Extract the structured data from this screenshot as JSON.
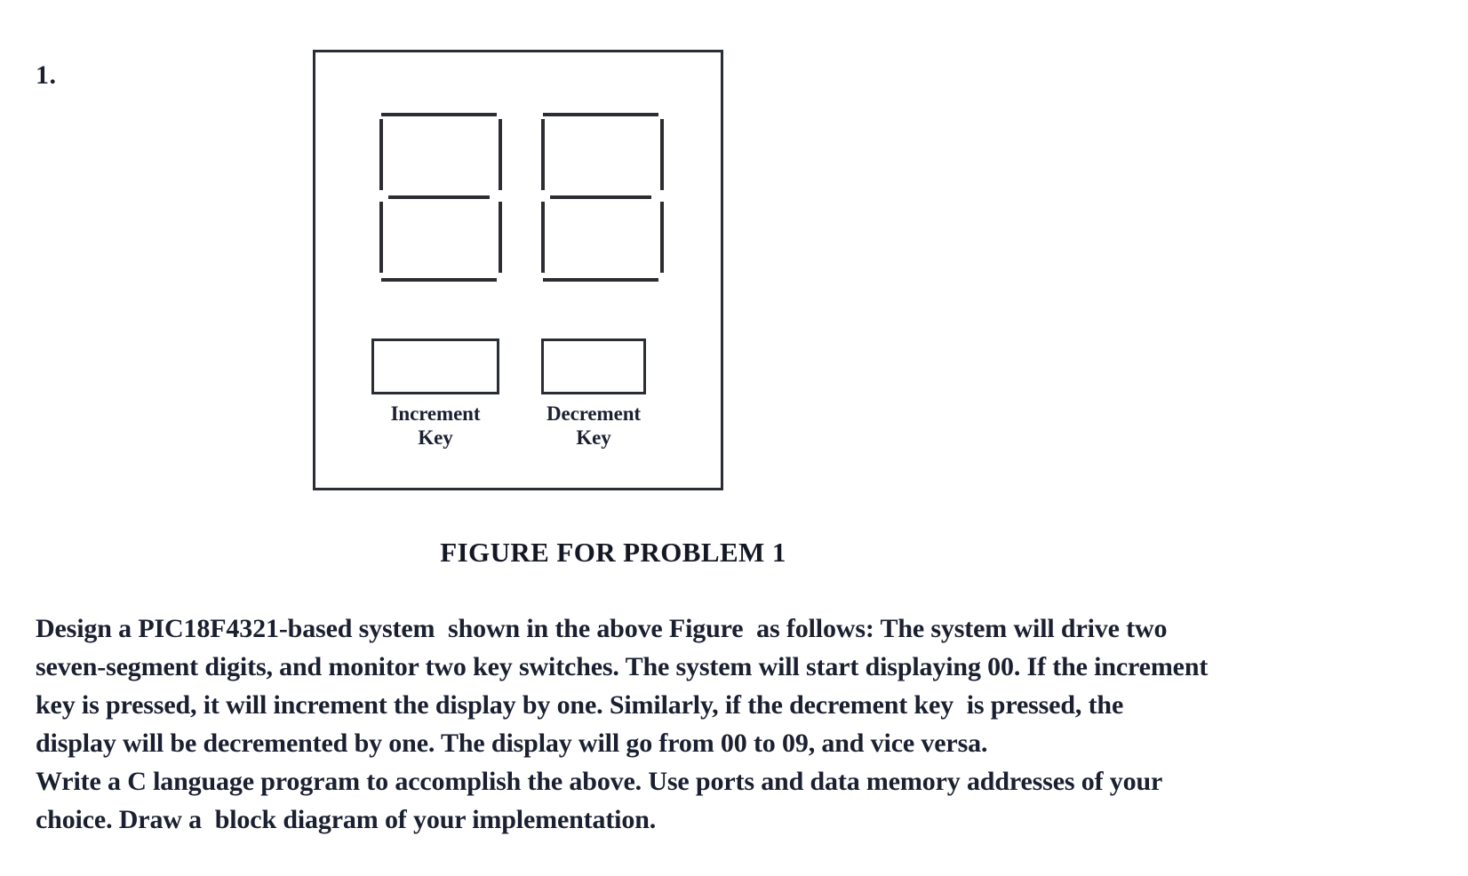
{
  "page": {
    "problem_number": "1.",
    "background_color": "#ffffff",
    "ink_color": "#1b2031"
  },
  "figure": {
    "caption": "FIGURE FOR PROBLEM 1",
    "display": {
      "digit_count": 2,
      "type": "seven-segment",
      "segments": [
        "a",
        "b",
        "c",
        "d",
        "e",
        "f",
        "g"
      ],
      "digits": [
        {
          "name": "tens-digit",
          "lit_segments": [
            "a",
            "b",
            "c",
            "d",
            "e",
            "f",
            "g"
          ]
        },
        {
          "name": "ones-digit",
          "lit_segments": [
            "a",
            "b",
            "c",
            "d",
            "e",
            "f",
            "g"
          ]
        }
      ]
    },
    "keys": [
      {
        "id": "increment",
        "line1": "Increment",
        "line2": "Key"
      },
      {
        "id": "decrement",
        "line1": "Decrement",
        "line2": "Key"
      }
    ]
  },
  "body": {
    "lines": [
      "Design a PIC18F4321-based system  shown in the above Figure  as follows: The system will drive two",
      "seven-segment digits, and monitor two key switches. The system will start displaying 00. If the increment",
      "key is pressed, it will increment the display by one. Similarly, if the decrement key  is pressed, the",
      "display will be decremented by one. The display will go from 00 to 09, and vice versa.",
      "Write a C language program to accomplish the above. Use ports and data memory addresses of your",
      "choice. Draw a  block diagram of your implementation."
    ]
  }
}
